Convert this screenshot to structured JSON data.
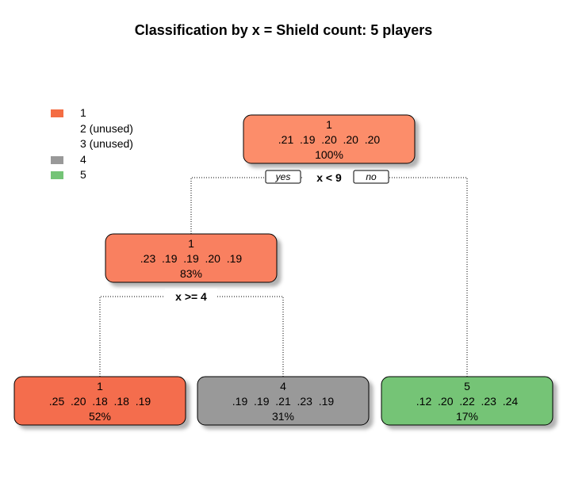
{
  "title": "Classification by x = Shield count: 5 players",
  "legend": [
    {
      "label": "1",
      "color": "#f46d43"
    },
    {
      "label": "2 (unused)",
      "color": ""
    },
    {
      "label": "3 (unused)",
      "color": ""
    },
    {
      "label": "4",
      "color": "#999999"
    },
    {
      "label": "5",
      "color": "#74c476"
    }
  ],
  "nodes": [
    {
      "id": "root",
      "class_label": "1",
      "probs": ".21  .19  .20  .20  .20",
      "percent": "100%",
      "fill": "#fc8d6b"
    },
    {
      "id": "left",
      "class_label": "1",
      "probs": ".23  .19  .19  .20  .19",
      "percent": "83%",
      "fill": "#f98060"
    },
    {
      "id": "leaf1",
      "class_label": "1",
      "probs": ".25  .20  .18  .18  .19",
      "percent": "52%",
      "fill": "#f46d4d"
    },
    {
      "id": "leaf4",
      "class_label": "4",
      "probs": ".19  .19  .21  .23  .19",
      "percent": "31%",
      "fill": "#999999"
    },
    {
      "id": "leaf5",
      "class_label": "5",
      "probs": ".12  .20  .22  .23  .24",
      "percent": "17%",
      "fill": "#74c476"
    }
  ],
  "splits": {
    "root": "x < 9",
    "left": "x >= 4"
  },
  "branch_labels": {
    "yes": "yes",
    "no": "no"
  }
}
